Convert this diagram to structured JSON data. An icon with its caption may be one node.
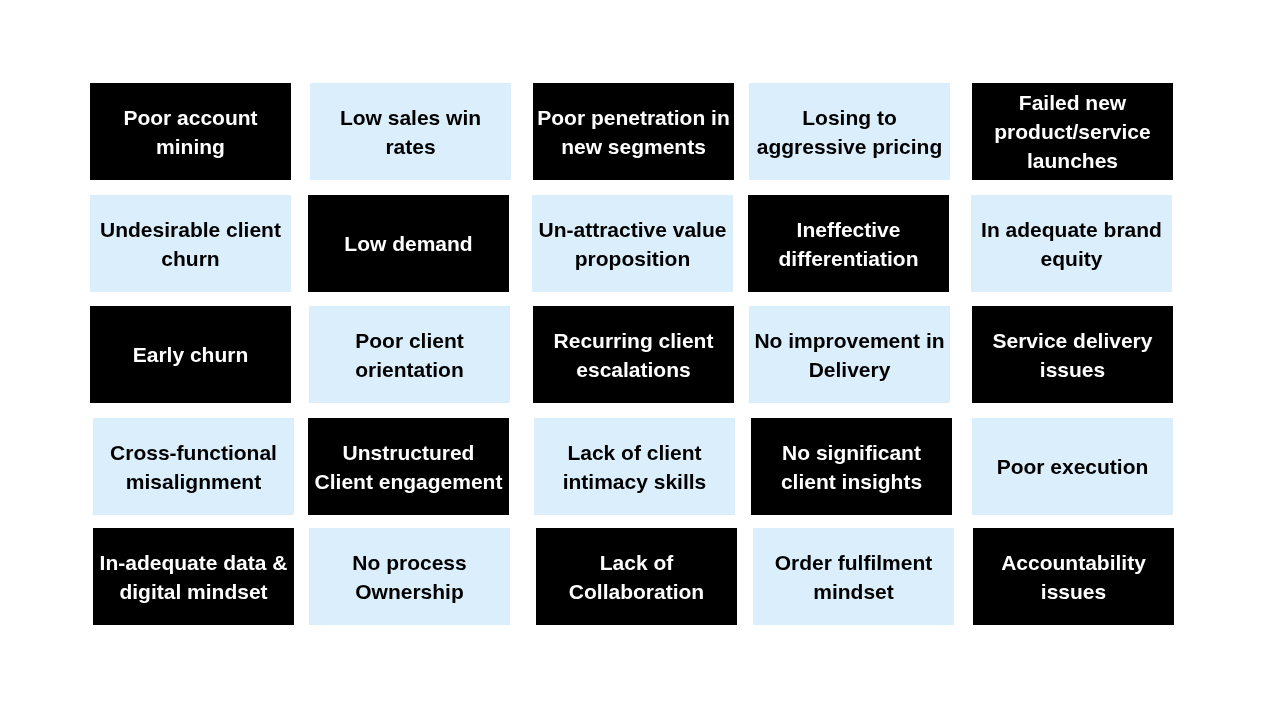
{
  "diagram": {
    "nodes": [
      {
        "text": [
          "Poor account mining"
        ]
      },
      {
        "text": [
          "Low sales win rates"
        ]
      },
      {
        "text": [
          "Poor penetration in new segments"
        ]
      },
      {
        "text": [
          "Losing to aggressive pricing"
        ]
      },
      {
        "text": [
          "Failed new product/service launches"
        ]
      },
      {
        "text": [
          "Undesirable client churn"
        ]
      },
      {
        "text": [
          "Low demand"
        ]
      },
      {
        "text": [
          "Un-attractive value proposition"
        ]
      },
      {
        "text": [
          "Ineffective differentiation"
        ]
      },
      {
        "text": [
          "In adequate brand equity"
        ]
      },
      {
        "text": [
          "Early churn"
        ]
      },
      {
        "text": [
          "Poor client orientation"
        ]
      },
      {
        "text": [
          "Recurring client escalations"
        ]
      },
      {
        "text": [
          "No improvement in Delivery"
        ]
      },
      {
        "text": [
          "Service delivery issues"
        ]
      },
      {
        "text": [
          "Cross-functional misalignment"
        ]
      },
      {
        "text": [
          "Unstructured Client engagement"
        ]
      },
      {
        "text": [
          "Lack of client intimacy skills"
        ]
      },
      {
        "text": [
          "No significant client insights"
        ]
      },
      {
        "text": [
          "Poor execution"
        ]
      },
      {
        "text": [
          "In-adequate data & digital mindset"
        ]
      },
      {
        "text": [
          "No process Ownership"
        ]
      },
      {
        "text": [
          "Lack of Collaboration"
        ]
      },
      {
        "text": [
          "Order fulfilment mindset"
        ]
      },
      {
        "text": [
          "Accountability issues"
        ]
      }
    ]
  }
}
